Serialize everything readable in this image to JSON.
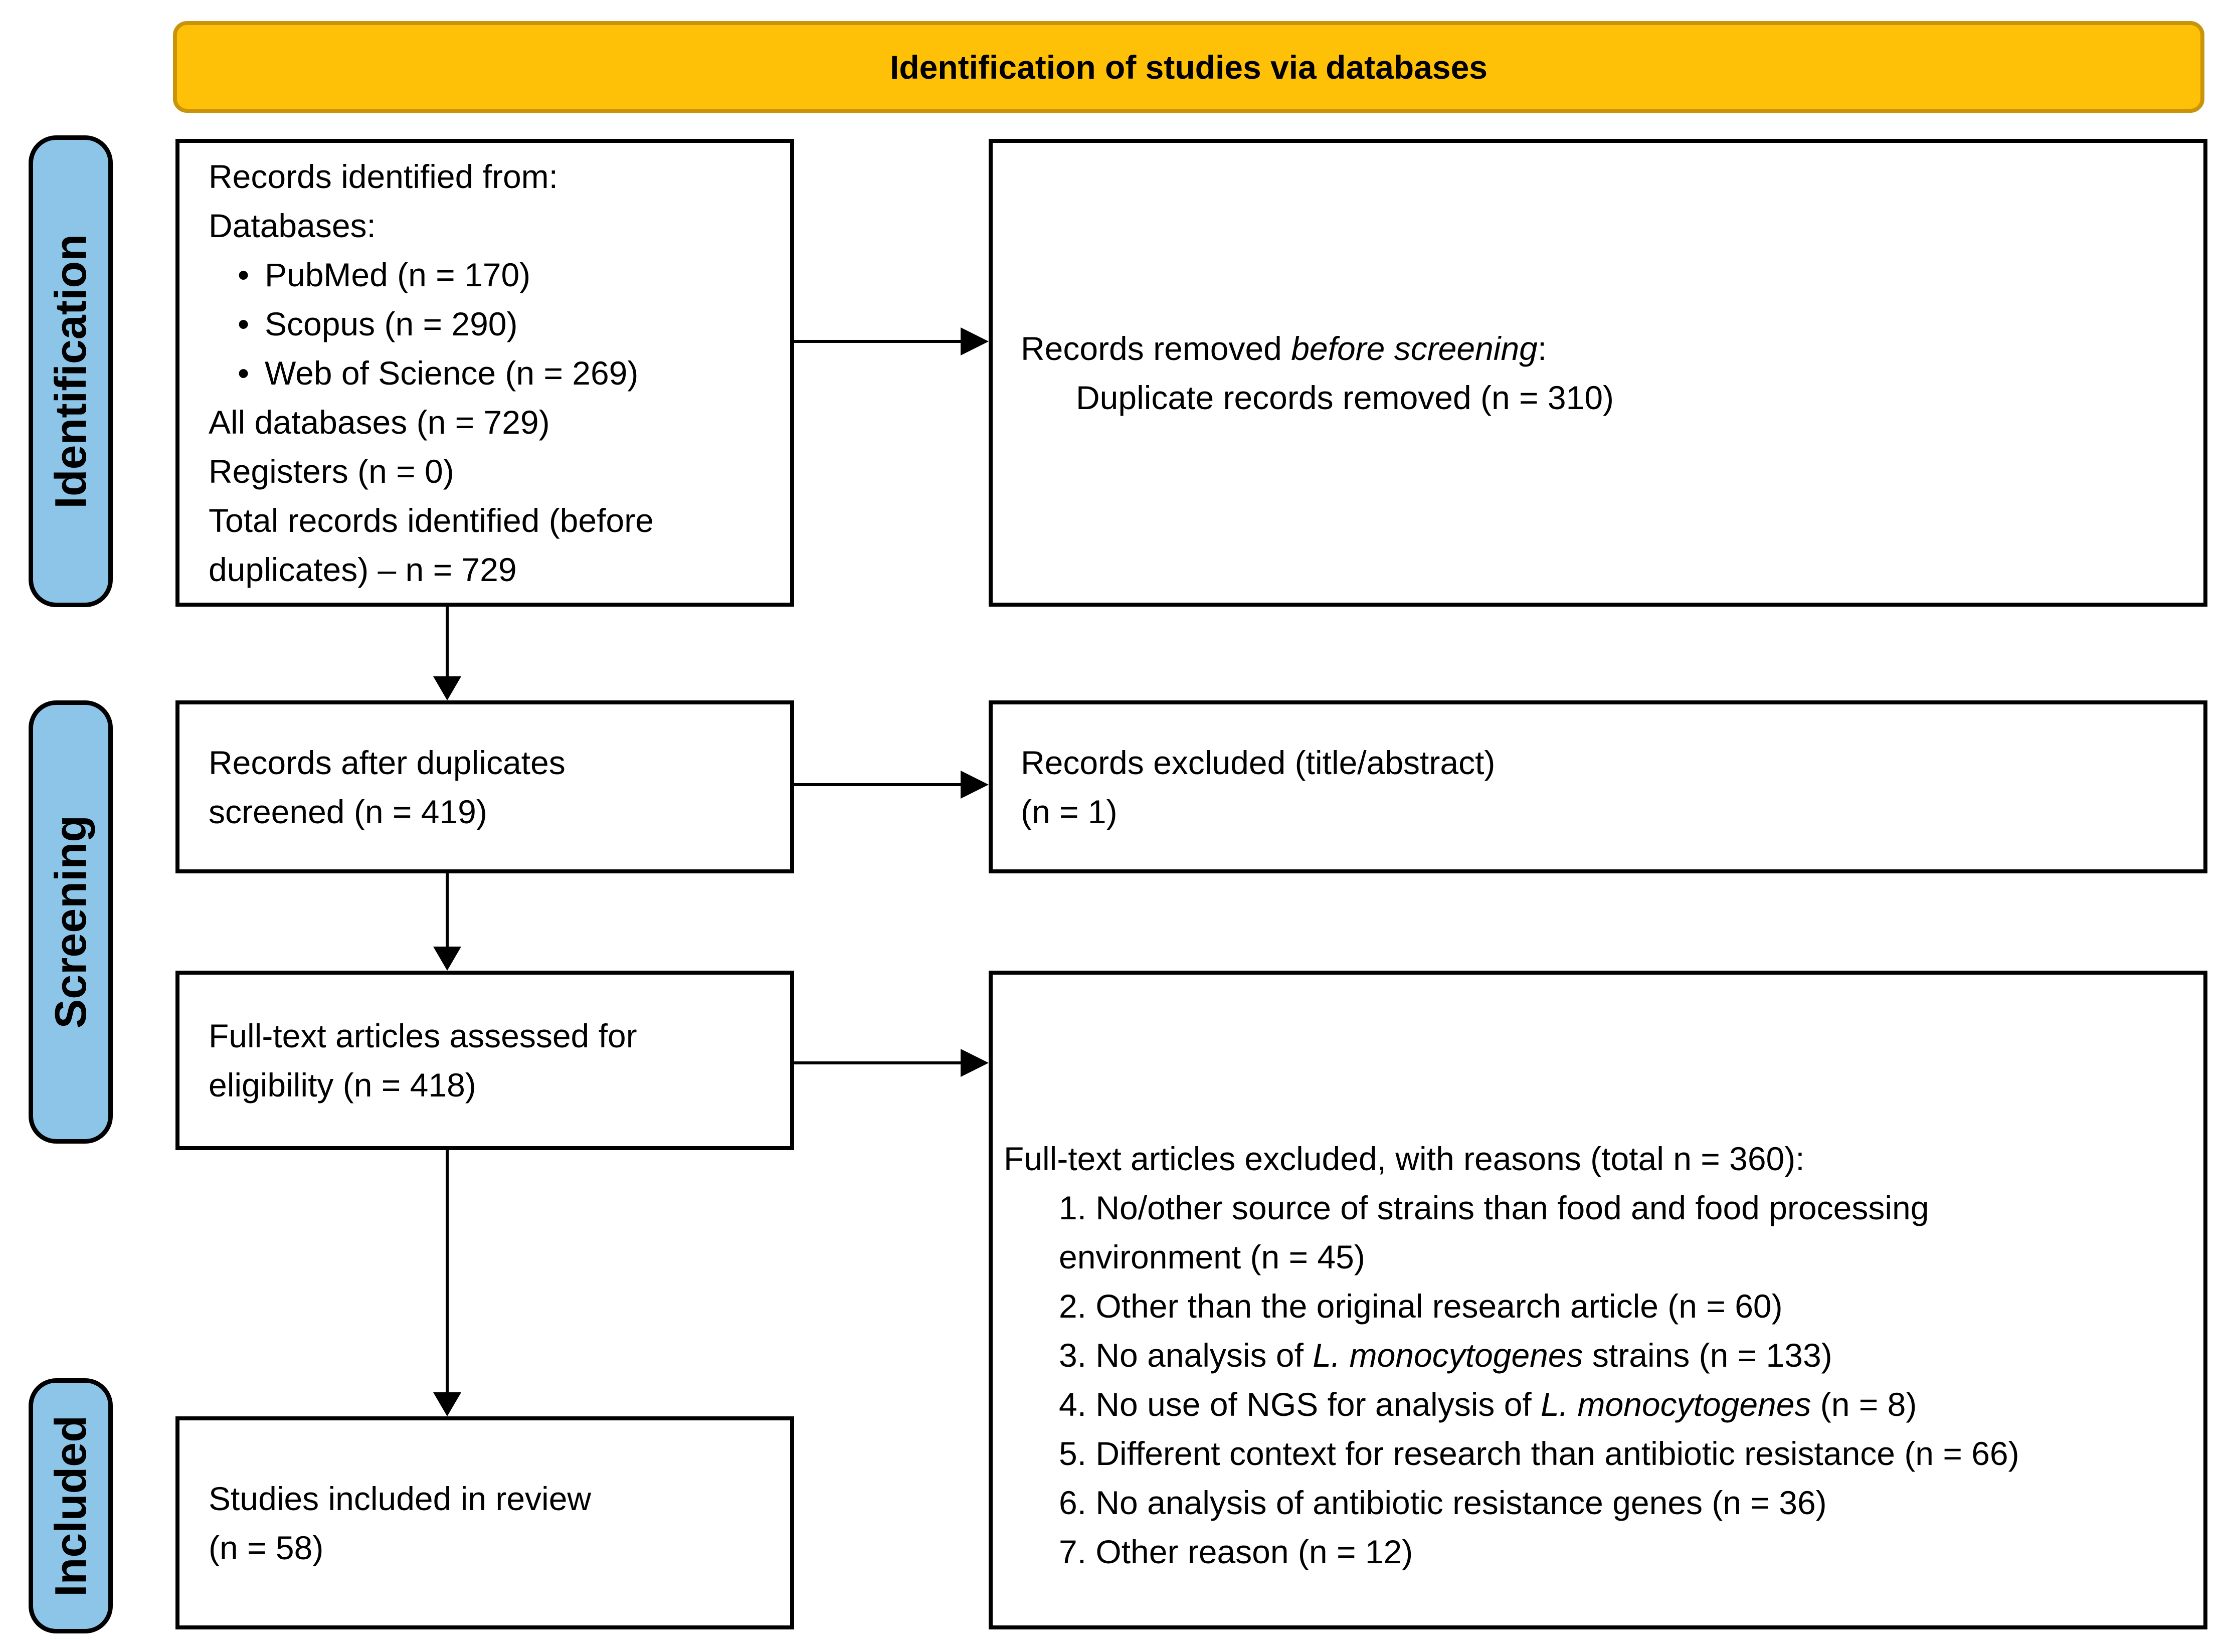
{
  "banner": {
    "title": "Identification of studies via databases"
  },
  "stages": [
    {
      "label": "Identification"
    },
    {
      "label": "Screening"
    },
    {
      "label": "Included"
    }
  ],
  "boxes": {
    "records_identified": {
      "lines": [
        {
          "segments": [
            {
              "text": "Records identified from:"
            }
          ]
        },
        {
          "segments": [
            {
              "text": "Databases:"
            }
          ]
        },
        {
          "bullet": true,
          "segments": [
            {
              "text": "PubMed (n = 170)"
            }
          ]
        },
        {
          "bullet": true,
          "segments": [
            {
              "text": "Scopus (n = 290)"
            }
          ]
        },
        {
          "bullet": true,
          "segments": [
            {
              "text": "Web of Science (n = 269)"
            }
          ]
        },
        {
          "segments": [
            {
              "text": "All databases (n = 729)"
            }
          ]
        },
        {
          "segments": [
            {
              "text": "Registers (n = 0)"
            }
          ]
        },
        {
          "segments": [
            {
              "text": "Total records identified (before"
            }
          ]
        },
        {
          "segments": [
            {
              "text": "duplicates) – n = 729"
            }
          ]
        }
      ]
    },
    "records_removed": {
      "lines": [
        {
          "segments": [
            {
              "text": "Records removed "
            },
            {
              "text": "before screening",
              "italic": true
            },
            {
              "text": ":"
            }
          ]
        },
        {
          "indent": 1,
          "segments": [
            {
              "text": "Duplicate records removed (n = 310)"
            }
          ]
        }
      ]
    },
    "records_screened": {
      "lines": [
        {
          "segments": [
            {
              "text": "Records after duplicates"
            }
          ]
        },
        {
          "segments": [
            {
              "text": "screened (n = 419)"
            }
          ]
        }
      ]
    },
    "records_excluded": {
      "lines": [
        {
          "segments": [
            {
              "text": "Records excluded (title/abstract)"
            }
          ]
        },
        {
          "segments": [
            {
              "text": "(n = 1)"
            }
          ]
        }
      ]
    },
    "fulltext_assessed": {
      "lines": [
        {
          "segments": [
            {
              "text": "Full-text articles assessed for"
            }
          ]
        },
        {
          "segments": [
            {
              "text": "eligibility (n = 418)"
            }
          ]
        }
      ]
    },
    "fulltext_excluded": {
      "lines": [
        {
          "segments": [
            {
              "text": "Full-text articles excluded, with reasons (total n = 360):"
            }
          ]
        },
        {
          "indent": 1,
          "segments": [
            {
              "text": "1. No/other source of strains than food and food processing"
            }
          ]
        },
        {
          "indent": 1,
          "segments": [
            {
              "text": "environment (n = 45)"
            }
          ]
        },
        {
          "indent": 1,
          "segments": [
            {
              "text": "2. Other than the original research article (n = 60)"
            }
          ]
        },
        {
          "indent": 1,
          "segments": [
            {
              "text": "3. No analysis of "
            },
            {
              "text": "L. monocytogenes",
              "italic": true
            },
            {
              "text": " strains (n = 133)"
            }
          ]
        },
        {
          "indent": 1,
          "segments": [
            {
              "text": "4. No use of NGS for analysis of "
            },
            {
              "text": "L. monocytogenes",
              "italic": true
            },
            {
              "text": " (n = 8)"
            }
          ]
        },
        {
          "indent": 1,
          "segments": [
            {
              "text": "5. Different context for research than antibiotic resistance (n = 66)"
            }
          ]
        },
        {
          "indent": 1,
          "segments": [
            {
              "text": "6. No analysis of antibiotic resistance genes (n = 36)"
            }
          ]
        },
        {
          "indent": 1,
          "segments": [
            {
              "text": "7. Other reason (n = 12)"
            }
          ]
        }
      ]
    },
    "studies_included": {
      "lines": [
        {
          "segments": [
            {
              "text": "Studies included in review"
            }
          ]
        },
        {
          "segments": [
            {
              "text": "(n = 58)"
            }
          ]
        }
      ]
    }
  },
  "colors": {
    "banner_fill": "#FFC107",
    "banner_border": "#C9940A",
    "stage_fill": "#8DC5E8",
    "box_border": "#000000",
    "arrow": "#000000"
  }
}
